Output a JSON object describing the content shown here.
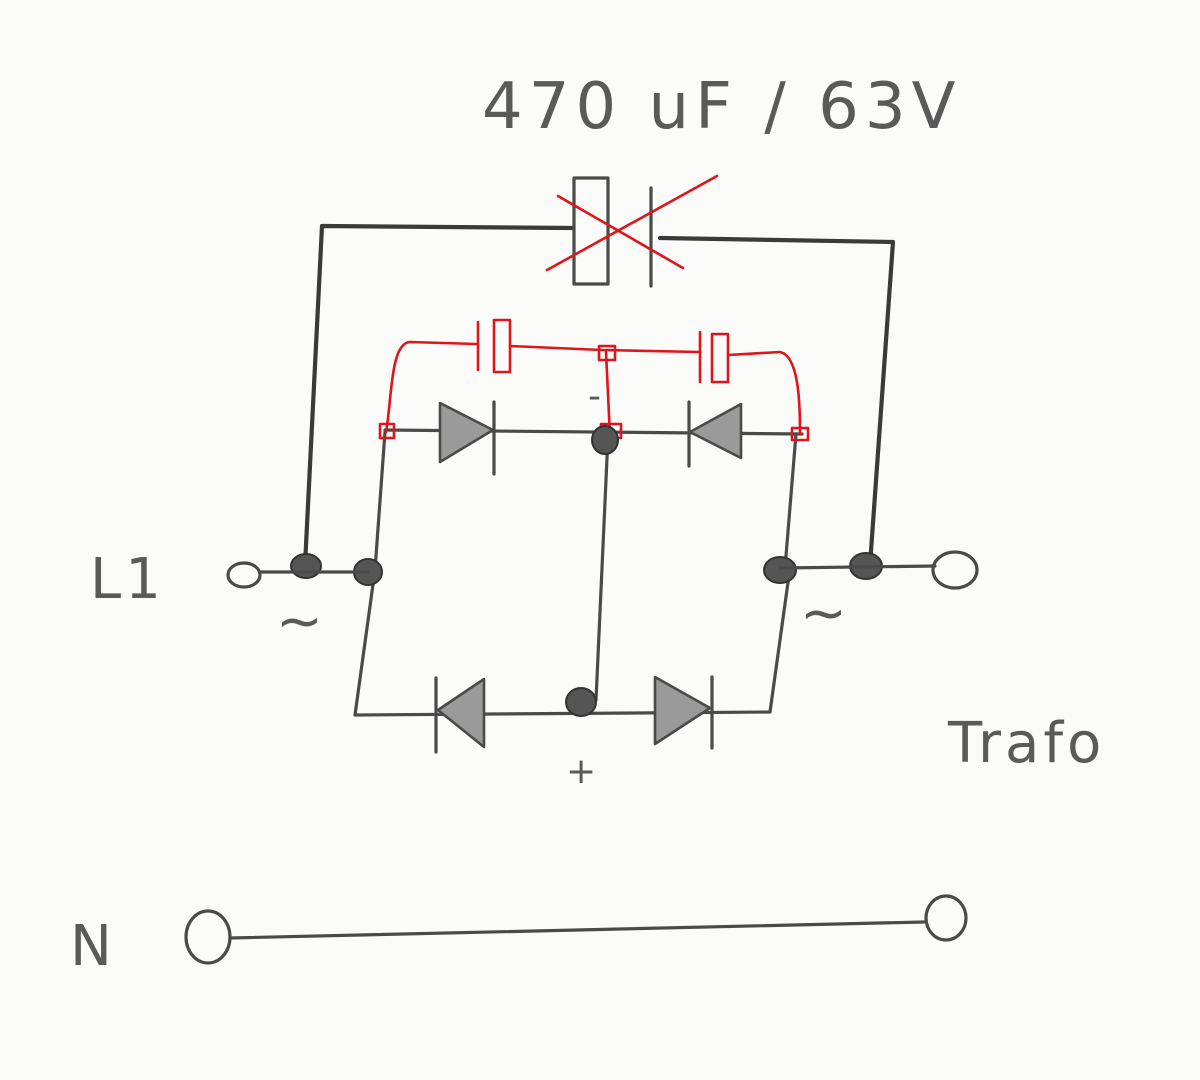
{
  "labels": {
    "capacitor_value": "470 uF / 63V",
    "line_input": "L1",
    "neutral_input": "N",
    "transformer": "Trafo",
    "ac_symbol_left": "~",
    "ac_symbol_right": "~",
    "plus": "+",
    "minus": "-"
  },
  "colors": {
    "pencil": "#4a4a4a",
    "correction": "#e0141b",
    "paper": "#fbfbfa"
  }
}
